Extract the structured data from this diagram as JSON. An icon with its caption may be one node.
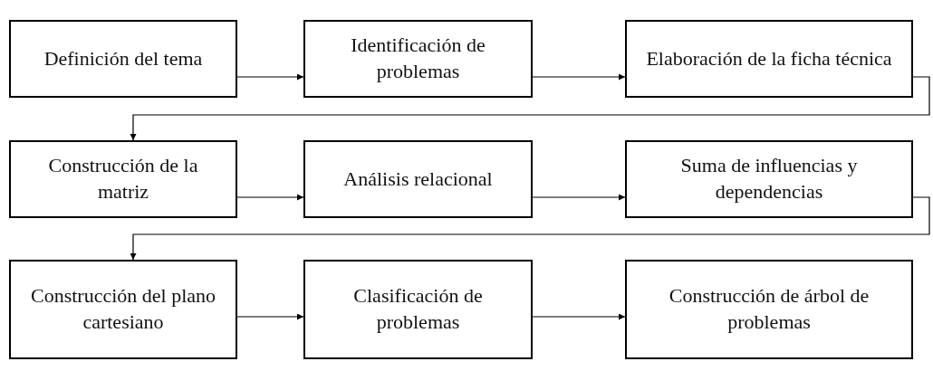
{
  "diagram": {
    "nodes": [
      {
        "text": [
          "Definición del tema"
        ]
      },
      {
        "text": [
          "Identificación de problemas"
        ]
      },
      {
        "text": [
          "Elaboración de la ficha técnica"
        ]
      },
      {
        "text": [
          "Construcción de la matriz"
        ]
      },
      {
        "text": [
          "Análisis relacional"
        ]
      },
      {
        "text": [
          "Suma de influencias y dependencias"
        ]
      },
      {
        "text": [
          "Construcción del plano cartesiano"
        ]
      },
      {
        "text": [
          "Clasificación de problemas"
        ]
      },
      {
        "text": [
          "Construcción de árbol de problemas"
        ]
      }
    ],
    "edges": [
      {
        "from": 0,
        "to": 1,
        "arrow": "to"
      },
      {
        "from": 1,
        "to": 2,
        "arrow": "to"
      },
      {
        "from": 2,
        "to": 3,
        "arrow": "to"
      },
      {
        "from": 3,
        "to": 4,
        "arrow": "to"
      },
      {
        "from": 4,
        "to": 5,
        "arrow": "to"
      },
      {
        "from": 5,
        "to": 6,
        "arrow": "to"
      },
      {
        "from": 6,
        "to": 7,
        "arrow": "to"
      },
      {
        "from": 7,
        "to": 8,
        "arrow": "to"
      }
    ]
  }
}
